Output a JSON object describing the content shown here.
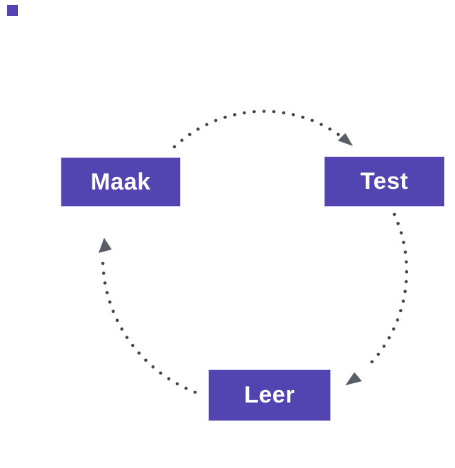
{
  "page": {
    "background_color": "#ffffff",
    "corner_square_color": "#5345b1"
  },
  "diagram": {
    "type": "cycle",
    "nodes": [
      {
        "id": "maak",
        "label": "Maak"
      },
      {
        "id": "test",
        "label": "Test"
      },
      {
        "id": "leer",
        "label": "Leer"
      }
    ],
    "node_style": {
      "fill": "#5345b1",
      "border": "#cdc7ec",
      "text_color": "#ffffff"
    },
    "connectors": [
      {
        "name": "maak-to-test",
        "from": "maak",
        "to": "test",
        "style": "dotted-arc",
        "arrow": true
      },
      {
        "name": "test-to-leer",
        "from": "test",
        "to": "leer",
        "style": "dotted-arc",
        "arrow": true
      },
      {
        "name": "leer-to-maak",
        "from": "leer",
        "to": "maak",
        "style": "dotted-arc",
        "arrow": true
      }
    ],
    "connector_color": "#45454d",
    "arrow_color": "#595e66"
  }
}
